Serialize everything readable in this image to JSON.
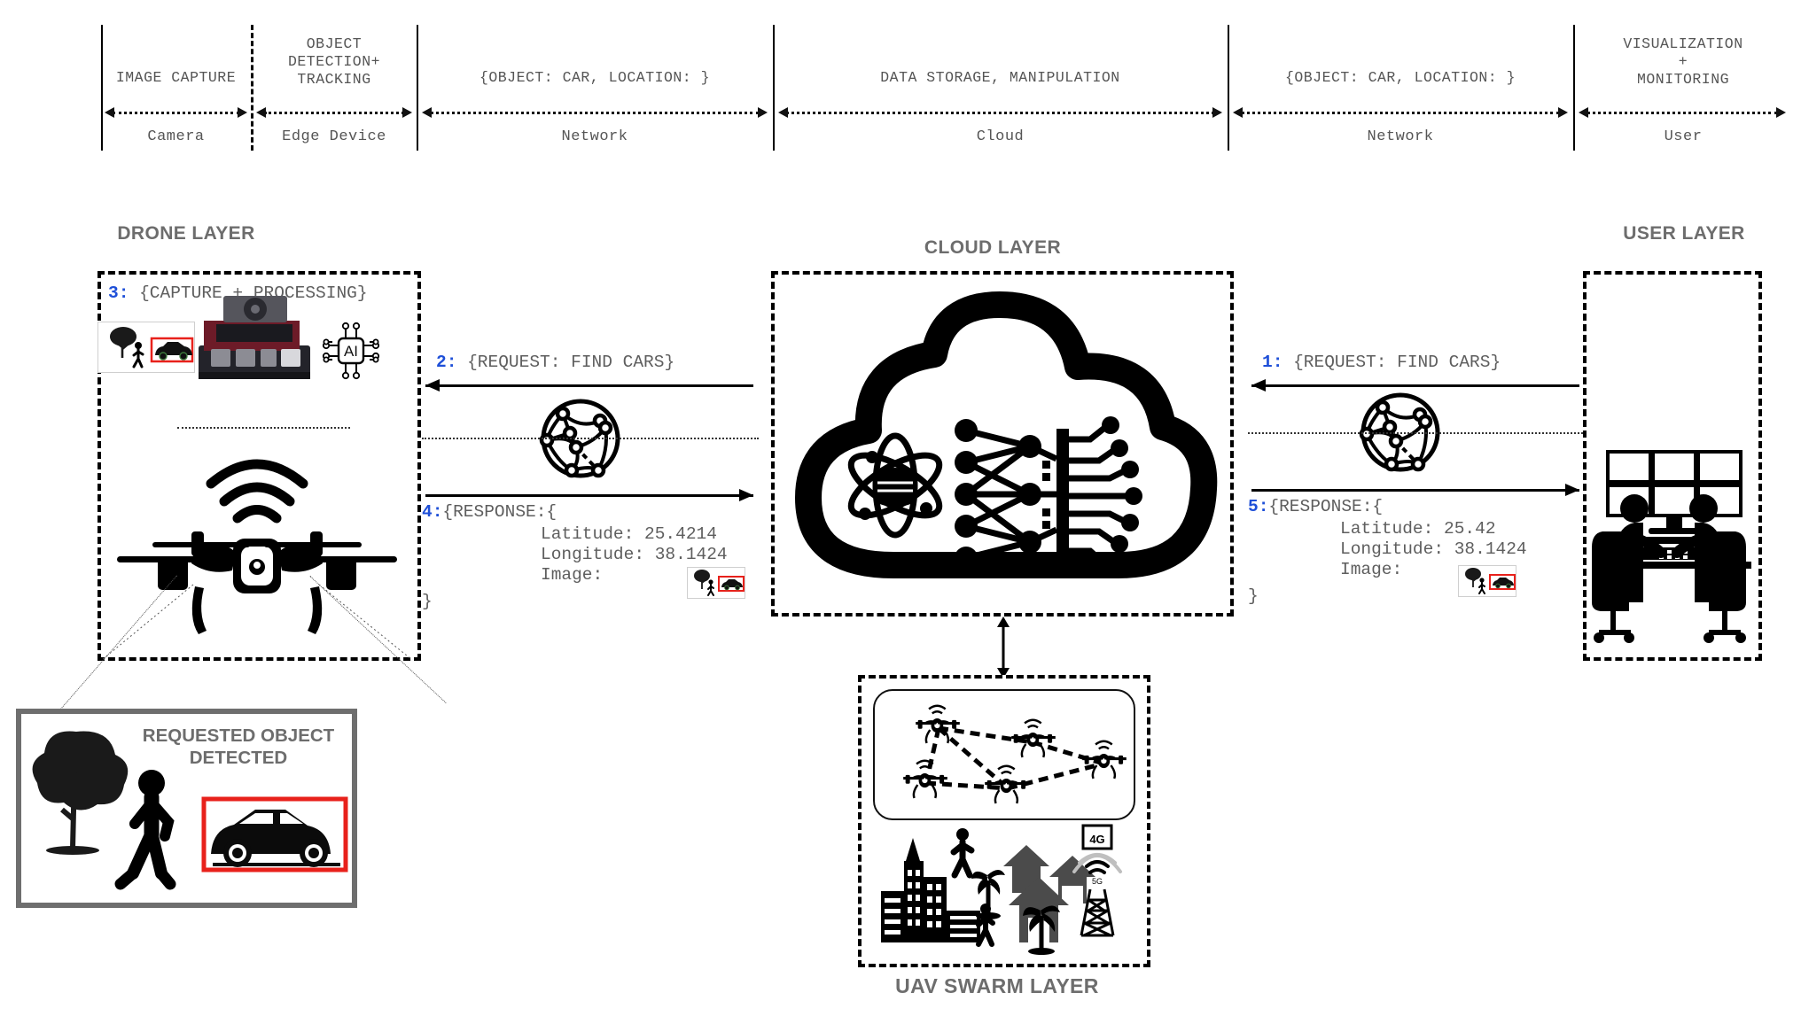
{
  "pipeline": {
    "segments": [
      {
        "top_label": "IMAGE CAPTURE",
        "bottom_label": "Camera"
      },
      {
        "top_label": "OBJECT\nDETECTION+\nTRACKING",
        "bottom_label": "Edge Device"
      },
      {
        "top_label": "{OBJECT: CAR, LOCATION: }",
        "bottom_label": "Network"
      },
      {
        "top_label": "DATA STORAGE, MANIPULATION",
        "bottom_label": "Cloud"
      },
      {
        "top_label": "{OBJECT: CAR, LOCATION: }",
        "bottom_label": "Network"
      },
      {
        "top_label": "VISUALIZATION\n+\nMONITORING",
        "bottom_label": "User"
      }
    ]
  },
  "layers": {
    "drone": {
      "title": "DRONE LAYER"
    },
    "cloud": {
      "title": "CLOUD LAYER"
    },
    "user": {
      "title": "USER LAYER"
    },
    "swarm": {
      "title": "UAV SWARM LAYER"
    }
  },
  "messages": {
    "capture": {
      "num": "3:",
      "text": " {CAPTURE + PROCESSING}"
    },
    "request_left": {
      "num": "2:",
      "text": " {REQUEST: FIND CARS}"
    },
    "request_right": {
      "num": "1:",
      "text": " {REQUEST: FIND CARS}"
    },
    "response_left": {
      "num": "4:",
      "open": "{RESPONSE:{",
      "lat": "Latitude: 25.4214",
      "lon": "Longitude: 38.1424",
      "img": "Image:",
      "close": "}"
    },
    "response_right": {
      "num": "5:",
      "open": "{RESPONSE:{",
      "lat": "Latitude: 25.42",
      "lon": "Longitude: 38.1424",
      "img": "Image:",
      "close": "}"
    }
  },
  "callout": {
    "title": "REQUESTED OBJECT\nDETECTED"
  },
  "icons": {
    "ai_chip": "AI",
    "tower_4g": "4G",
    "tower_5g": "5G"
  },
  "colors": {
    "accent_blue": "#1e4fd8",
    "text_gray": "#5e5e5e",
    "title_gray": "#6d6d6d",
    "detect_red": "#e8211b",
    "callout_border": "#6e6e6e"
  }
}
